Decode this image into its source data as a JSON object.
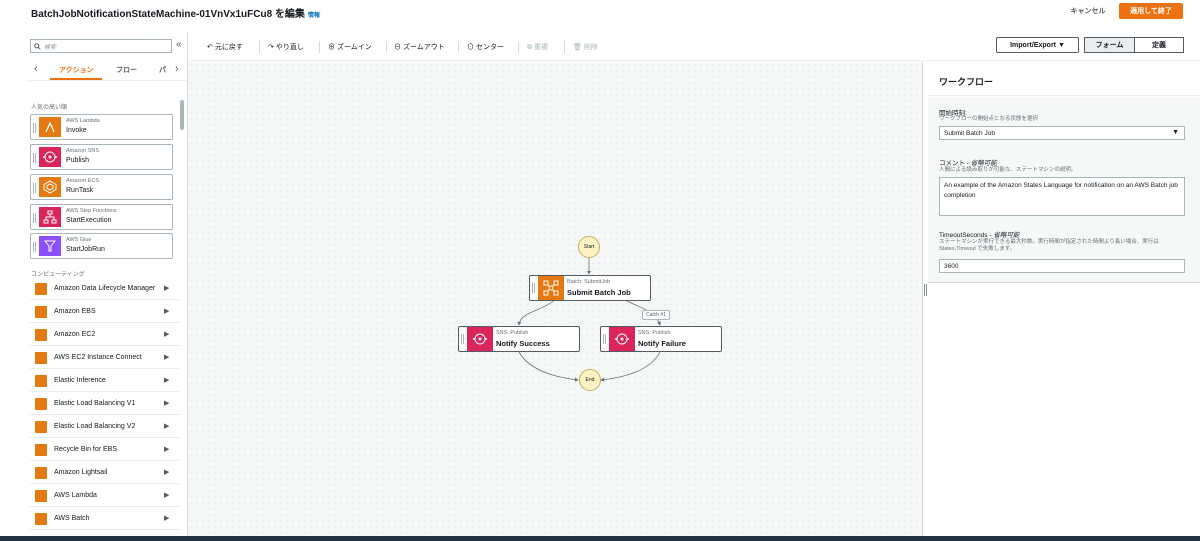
{
  "header": {
    "title": "BatchJobNotificationStateMachine-01VnVx1uFCu8 を編集",
    "info": "情報",
    "cancel": "キャンセル",
    "apply": "適用して終了"
  },
  "left": {
    "search_placeholder": "検索",
    "tabs": [
      "アクション",
      "フロー",
      "パ"
    ],
    "popular_title": "人気の高い順",
    "popular": [
      {
        "service": "AWS Lambda",
        "action": "Invoke",
        "color": "#e47911",
        "icon": "lambda-icon"
      },
      {
        "service": "Amazon SNS",
        "action": "Publish",
        "color": "#d9255a",
        "icon": "sns-icon"
      },
      {
        "service": "Amazon ECS",
        "action": "RunTask",
        "color": "#e47911",
        "icon": "ecs-icon"
      },
      {
        "service": "AWS Step Functions",
        "action": "StartExecution",
        "color": "#d9255a",
        "icon": "step-functions-icon"
      },
      {
        "service": "AWS Glue",
        "action": "StartJobRun",
        "color": "#8c4fff",
        "icon": "glue-icon"
      }
    ],
    "compute_title": "コンピューティング",
    "compute": [
      "Amazon Data Lifecycle Manager",
      "Amazon EBS",
      "Amazon EC2",
      "AWS EC2 Instance Connect",
      "Elastic Inference",
      "Elastic Load Balancing V1",
      "Elastic Load Balancing V2",
      "Recycle Bin for EBS",
      "Amazon Lightsail",
      "AWS Lambda",
      "AWS Batch"
    ]
  },
  "toolbar": {
    "undo": "元に戻す",
    "redo": "やり直し",
    "zoom_in": "ズームイン",
    "zoom_out": "ズームアウト",
    "center": "センター",
    "duplicate": "重複",
    "delete": "削除",
    "import_export": "Import/Export",
    "form": "フォーム",
    "definition": "定義"
  },
  "graph": {
    "start": "Start",
    "end": "End",
    "submit": {
      "type": "Batch: SubmitJob",
      "name": "Submit Batch Job"
    },
    "success": {
      "type": "SNS: Publish",
      "name": "Notify Success"
    },
    "failure": {
      "type": "SNS: Publish",
      "name": "Notify Failure"
    },
    "catch_label": "Catch #1"
  },
  "panel": {
    "title": "ワークフロー",
    "start_label": "開始時刻:",
    "start_desc": "ワークフローの開始点となる状態を選択",
    "start_value": "Submit Batch Job",
    "comment_label": "コメント -",
    "comment_optional": "省略可能",
    "comment_desc": "人間による読み取りが可能な、ステートマシンの説明。",
    "comment_value": "An example of the Amazon States Language for notification on an AWS Batch job completion",
    "timeout_label": "TimeoutSeconds -",
    "timeout_optional": "省略可能",
    "timeout_desc": "ステートマシンが実行できる最大秒数。実行時間が指定された時間より長い場合、実行は States.Timeout で失敗します。",
    "timeout_value": "3600"
  }
}
